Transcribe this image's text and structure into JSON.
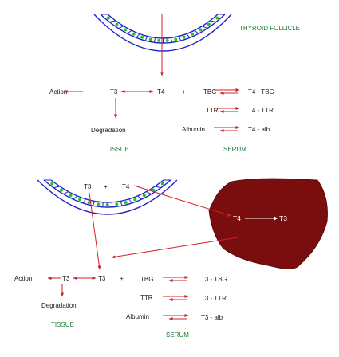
{
  "colors": {
    "membrane": "#2323c8",
    "arrow": "#d0202a",
    "nucleus": "#1ec81e",
    "liver": "#7a0d0d",
    "label_green": "#1f7a3a"
  },
  "top": {
    "follicle_label": "THYROID FOLLICLE",
    "action": "Action",
    "t3": "T3",
    "t4": "T4",
    "plus": "+",
    "degradation": "Degradation",
    "tissue": "TISSUE",
    "serum": "SERUM",
    "binding": [
      {
        "protein": "TBG",
        "complex": "T4 - TBG"
      },
      {
        "protein": "TTR",
        "complex": "T4 - TTR"
      },
      {
        "protein": "Albumin",
        "complex": "T4 - alb"
      }
    ]
  },
  "bottom": {
    "t3_out": "T3",
    "plus_out": "+",
    "t4_out": "T4",
    "liver_t4": "T4",
    "liver_t3": "T3",
    "action": "Action",
    "t3": "T3",
    "t3_second": "T3",
    "plus": "+",
    "degradation": "Degradation",
    "tissue": "TISSUE",
    "serum": "SERUM",
    "binding": [
      {
        "protein": "TBG",
        "complex": "T3 - TBG"
      },
      {
        "protein": "TTR",
        "complex": "T3 - TTR"
      },
      {
        "protein": "Albumin",
        "complex": "T3 - alb"
      }
    ]
  }
}
